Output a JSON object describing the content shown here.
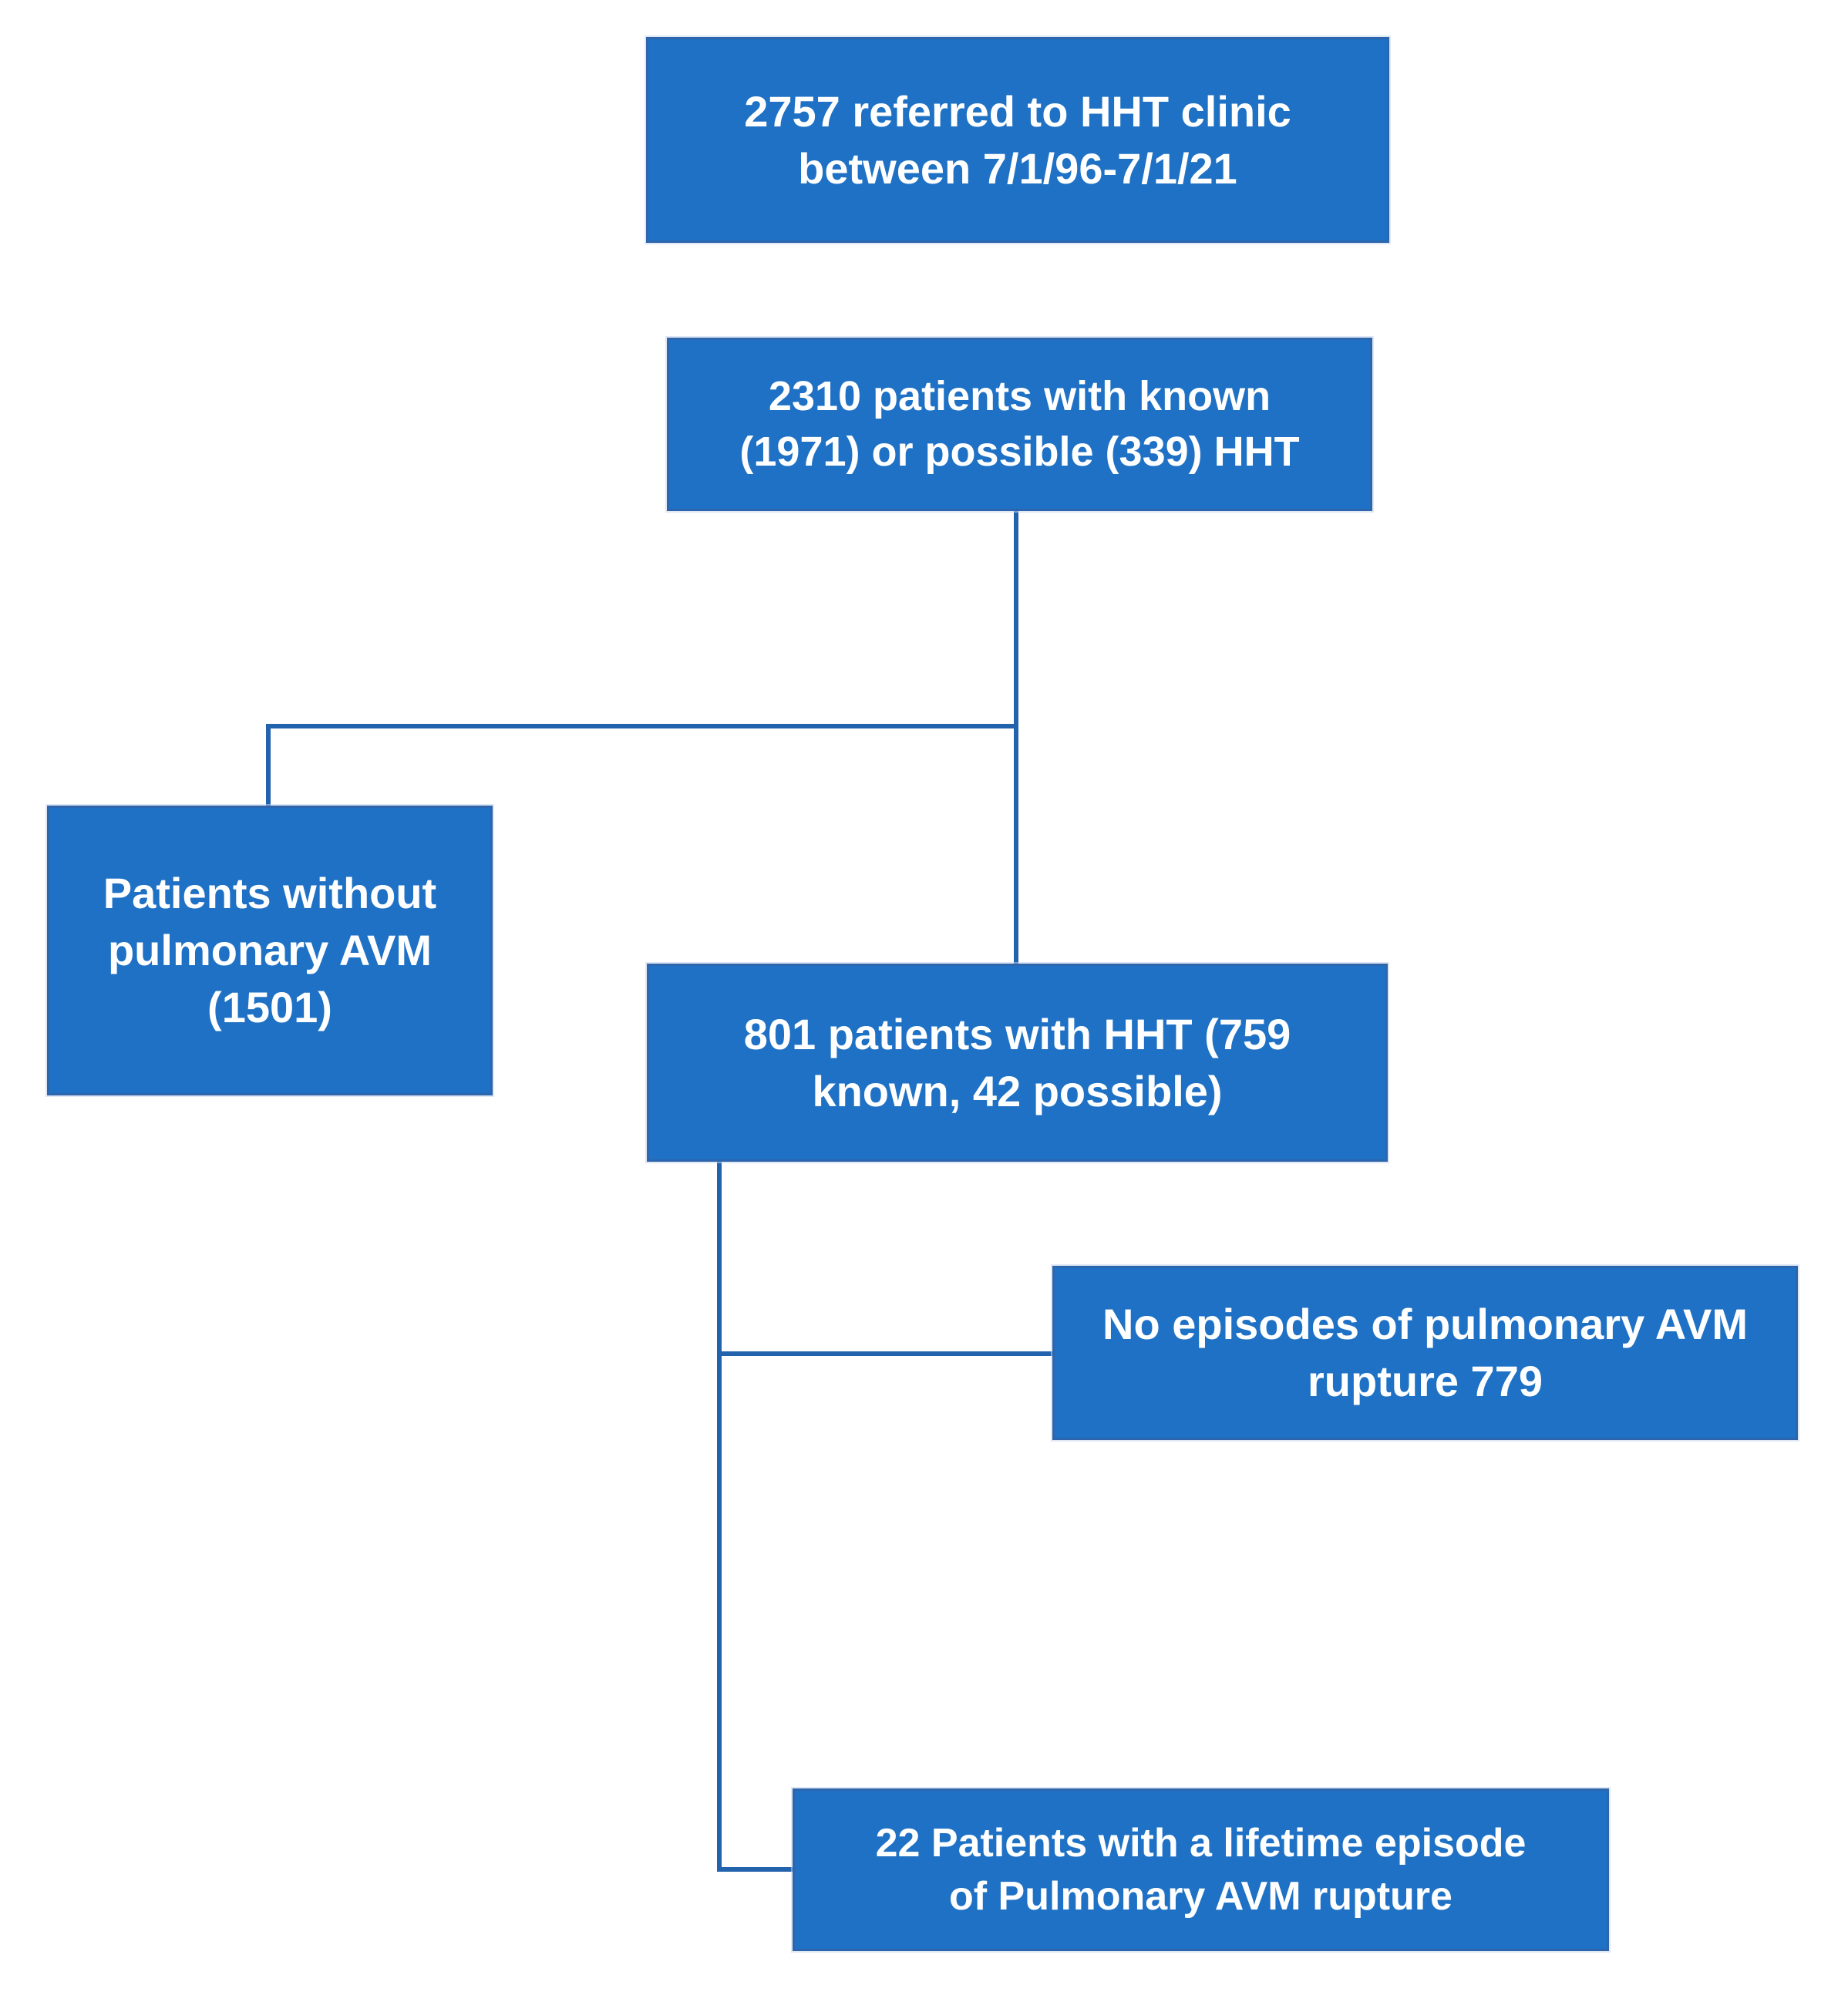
{
  "figure": {
    "type": "flowchart",
    "title": "HHT clinic patient selection flow",
    "colors": {
      "background": "#ffffff",
      "node_fill": "#1e71c4",
      "node_border": "#2d66ad",
      "connector": "#2363ae",
      "text": "#ffffff"
    },
    "nodes": {
      "referred": "2757 referred to HHT clinic\nbetween 7/1/96-7/1/21",
      "known_or_possible": "2310 patients with known\n(1971) or possible (339) HHT",
      "without_pulmonary_avm": "Patients without\npulmonary AVM\n(1501)",
      "hht_801": "801 patients with HHT (759\nknown, 42 possible)",
      "no_rupture": "No episodes of pulmonary AVM\nrupture 779",
      "rupture_22": "22 Patients with a lifetime episode\nof Pulmonary AVM rupture"
    },
    "edges": [
      {
        "from": "known_or_possible",
        "to": "without_pulmonary_avm"
      },
      {
        "from": "known_or_possible",
        "to": "hht_801"
      },
      {
        "from": "hht_801",
        "to": "no_rupture"
      },
      {
        "from": "hht_801",
        "to": "rupture_22"
      }
    ]
  }
}
